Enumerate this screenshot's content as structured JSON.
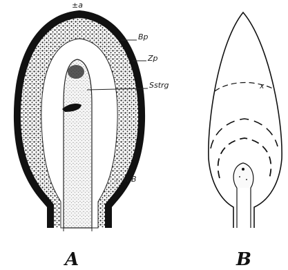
{
  "figure": {
    "panel_a": {
      "panel_label": "A",
      "top_mark": "±a",
      "callouts": [
        "Bp",
        "Zp",
        "Sstrg",
        "B"
      ]
    },
    "panel_b": {
      "panel_label": "B",
      "marker": "x"
    }
  },
  "colors": {
    "ink": "#111111",
    "background": "#ffffff",
    "stipple": "#444444"
  }
}
